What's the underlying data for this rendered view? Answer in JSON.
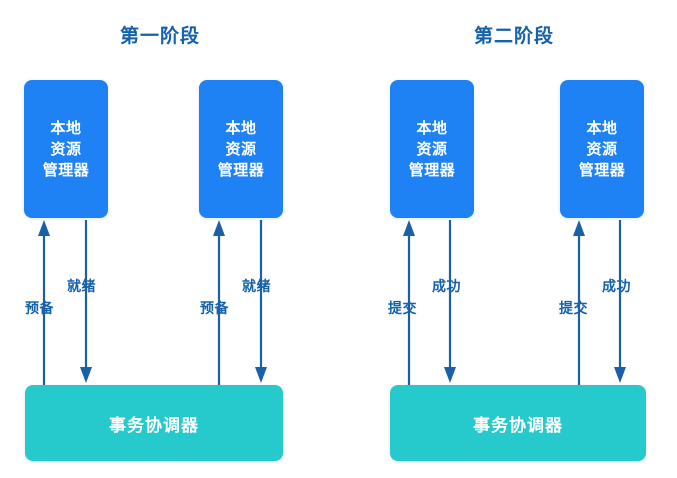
{
  "diagram": {
    "title_color": "#1461ac",
    "resource_manager_color": "#1e82f5",
    "coordinator_color": "#26c9cc",
    "arrow_color": "#1a5fa8",
    "background_color": "#ffffff",
    "phases": [
      {
        "id": "phase-1",
        "title": "第一阶段",
        "resource_managers": [
          {
            "label": "本地\n资源\n管理器"
          },
          {
            "label": "本地\n资源\n管理器"
          }
        ],
        "coordinator": {
          "label": "事务协调器"
        },
        "edges": [
          {
            "direction": "up",
            "label": "预备"
          },
          {
            "direction": "down",
            "label": "就绪"
          },
          {
            "direction": "up",
            "label": "预备"
          },
          {
            "direction": "down",
            "label": "就绪"
          }
        ]
      },
      {
        "id": "phase-2",
        "title": "第二阶段",
        "resource_managers": [
          {
            "label": "本地\n资源\n管理器"
          },
          {
            "label": "本地\n资源\n管理器"
          }
        ],
        "coordinator": {
          "label": "事务协调器"
        },
        "edges": [
          {
            "direction": "up",
            "label": "提交"
          },
          {
            "direction": "down",
            "label": "成功"
          },
          {
            "direction": "up",
            "label": "提交"
          },
          {
            "direction": "down",
            "label": "成功"
          }
        ]
      }
    ]
  }
}
